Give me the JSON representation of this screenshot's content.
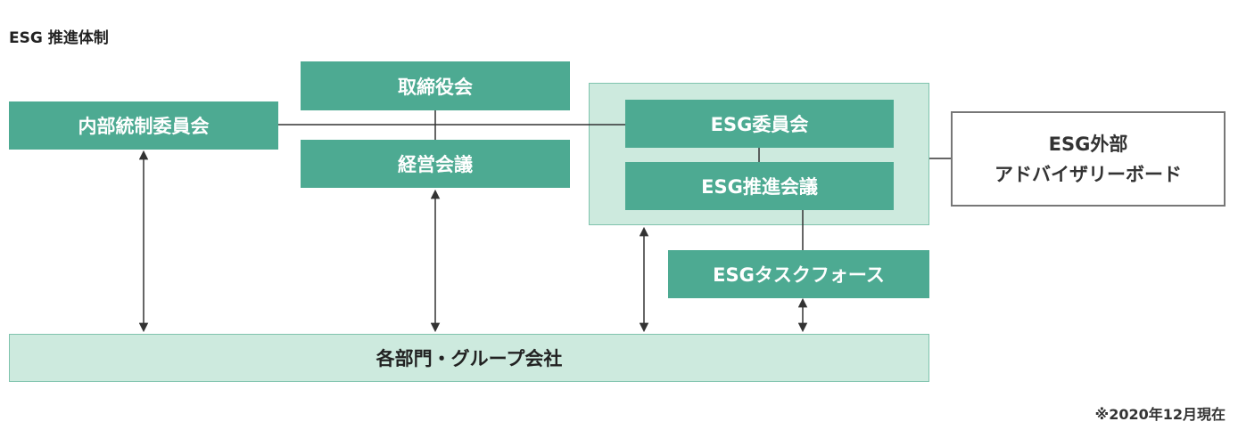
{
  "title": "ESG 推進体制",
  "note": "※2020年12月現在",
  "boxes": {
    "board": "取締役会",
    "management_meeting": "経営会議",
    "internal_control_committee": "内部統制委員会",
    "esg_committee": "ESG委員会",
    "esg_promotion_meeting": "ESG推進会議",
    "esg_task_force": "ESGタスクフォース",
    "advisory_board_line1": "ESG外部",
    "advisory_board_line2": "アドバイザリーボード",
    "departments": "各部門・グループ会社"
  },
  "colors": {
    "box_fill": "#4daa92",
    "light_fill": "#cdeade",
    "border": "#7fc3ad",
    "line": "#333333"
  }
}
